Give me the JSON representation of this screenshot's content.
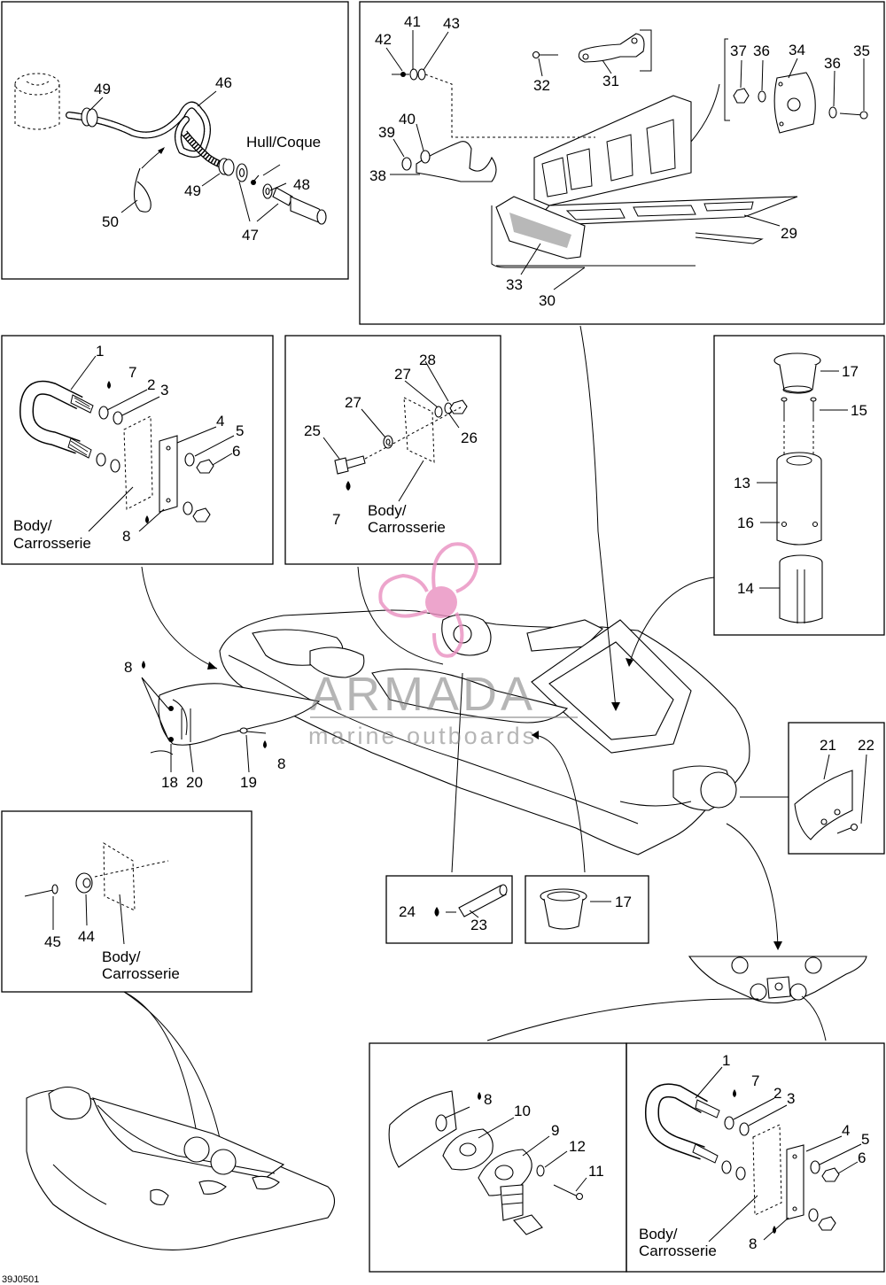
{
  "doc_code": "39J0501",
  "watermark": {
    "brand": "ARMADA",
    "tagline": "marine outboards"
  },
  "texts": {
    "hull_coque": "Hull/Coque",
    "body": "Body/",
    "carrosserie": "Carrosserie"
  },
  "colors": {
    "line": "#000000",
    "watermark_gray": "#7a7a7a",
    "watermark_pink": "#e98fc0"
  },
  "callouts": {
    "c1": "1",
    "c2": "2",
    "c3": "3",
    "c4": "4",
    "c5": "5",
    "c6": "6",
    "c7": "7",
    "c8": "8",
    "c9": "9",
    "c10": "10",
    "c11": "11",
    "c12": "12",
    "c13": "13",
    "c14": "14",
    "c15": "15",
    "c16": "16",
    "c17": "17",
    "c18": "18",
    "c19": "19",
    "c20": "20",
    "c21": "21",
    "c22": "22",
    "c23": "23",
    "c24": "24",
    "c25": "25",
    "c26": "26",
    "c27": "27",
    "c28": "28",
    "c29": "29",
    "c30": "30",
    "c31": "31",
    "c32": "32",
    "c33": "33",
    "c34": "34",
    "c35": "35",
    "c36": "36",
    "c37": "37",
    "c38": "38",
    "c39": "39",
    "c40": "40",
    "c41": "41",
    "c42": "42",
    "c43": "43",
    "c44": "44",
    "c45": "45",
    "c46": "46",
    "c47": "47",
    "c48": "48",
    "c49": "49",
    "c50": "50"
  }
}
